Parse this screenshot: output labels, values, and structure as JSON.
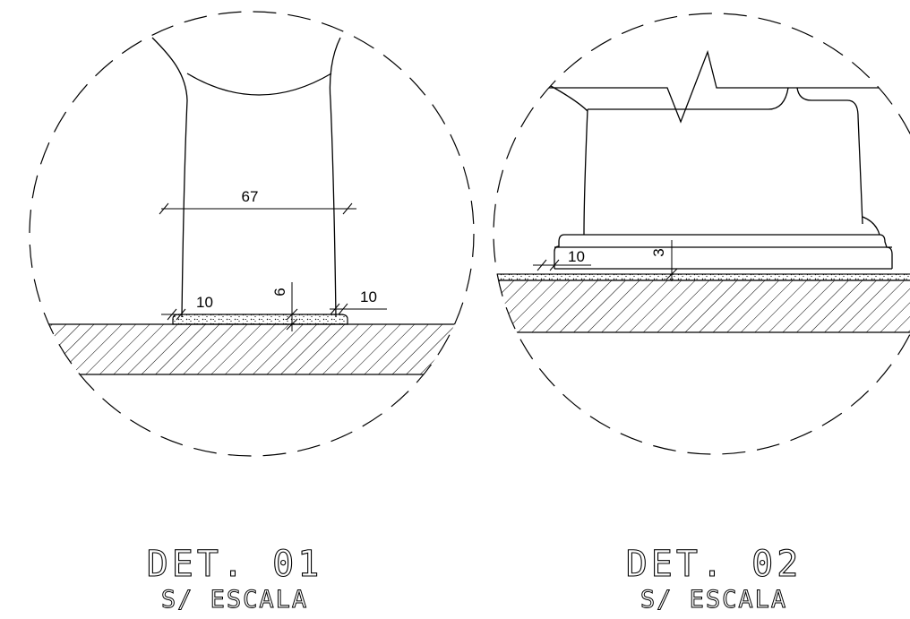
{
  "detail_1": {
    "title": "DET. 01",
    "scale": "S/ ESCALA",
    "dimensions": {
      "width": "67",
      "left_margin": "10",
      "right_margin": "10",
      "thickness": "6"
    }
  },
  "detail_2": {
    "title": "DET. 02",
    "scale": "S/ ESCALA",
    "dimensions": {
      "margin": "10",
      "thickness": "3"
    }
  }
}
